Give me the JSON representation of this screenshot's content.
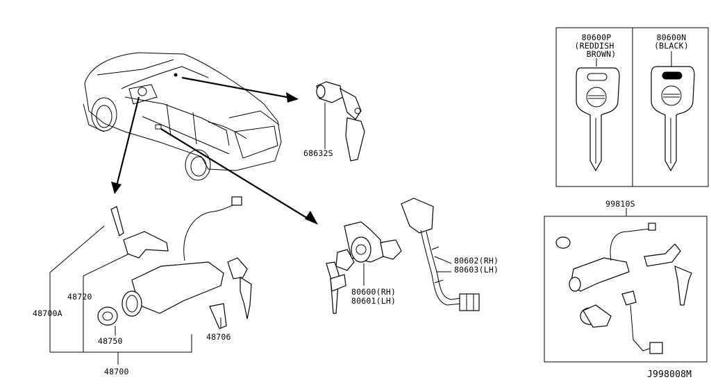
{
  "diagram_id": "J998008M",
  "labels": {
    "p68632s": "68632S",
    "p80600p_code": "80600P",
    "p80600p_color1": "(REDDISH",
    "p80600p_color2": "BROWN)",
    "p80600n_code": "80600N",
    "p80600n_color": "(BLACK)",
    "p99810s": "99810S",
    "p48720": "48720",
    "p48700a": "48700A",
    "p48750": "48750",
    "p48700": "48700",
    "p48706": "48706",
    "p80600_rh": "80600(RH)",
    "p80601_lh": "80601(LH)",
    "p80602_rh": "80602(RH)",
    "p80603_lh": "80603(LH)"
  }
}
